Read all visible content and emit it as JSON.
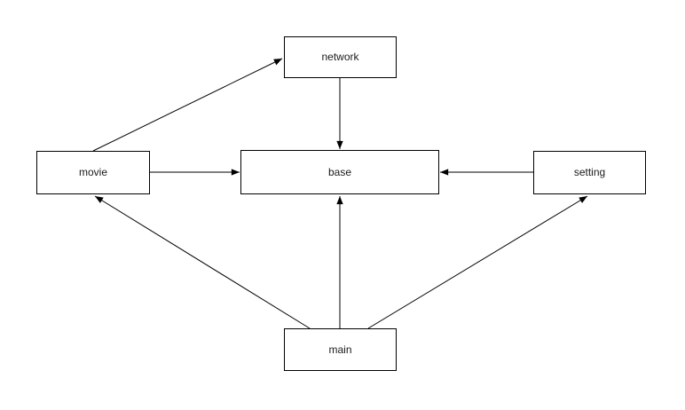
{
  "diagram": {
    "type": "dependency-graph",
    "background_color": "#ffffff",
    "node_fill_color": "#ffffff",
    "node_stroke_color": "#000000",
    "edge_color": "#000000",
    "text_color": "#1a1a1a",
    "nodes": [
      {
        "id": "network",
        "label": "network"
      },
      {
        "id": "movie",
        "label": "movie"
      },
      {
        "id": "base",
        "label": "base"
      },
      {
        "id": "setting",
        "label": "setting"
      },
      {
        "id": "main",
        "label": "main"
      }
    ],
    "edges": [
      {
        "from": "movie",
        "to": "network"
      },
      {
        "from": "network",
        "to": "base"
      },
      {
        "from": "movie",
        "to": "base"
      },
      {
        "from": "setting",
        "to": "base"
      },
      {
        "from": "main",
        "to": "movie"
      },
      {
        "from": "main",
        "to": "base"
      },
      {
        "from": "main",
        "to": "setting"
      }
    ]
  }
}
